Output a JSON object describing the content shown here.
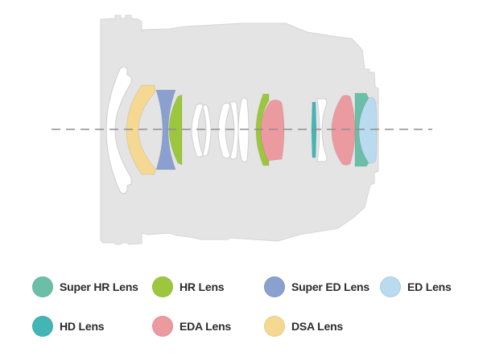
{
  "diagram": {
    "subject": "lens-optical-construction",
    "colors": {
      "barrel": "#e4e4e4",
      "barrel_edge": "#d6d6d6",
      "plain_element": "#ffffff",
      "plain_outline": "#cfcfcf",
      "optical_axis": "#8e8e8e"
    },
    "elements_front_to_rear": [
      {
        "index": 1,
        "type": "plain"
      },
      {
        "index": 2,
        "type": "DSA Lens"
      },
      {
        "index": 3,
        "type": "Super ED Lens"
      },
      {
        "index": 4,
        "type": "HR Lens"
      },
      {
        "index": 5,
        "type": "plain"
      },
      {
        "index": 6,
        "type": "plain"
      },
      {
        "index": 7,
        "type": "plain"
      },
      {
        "index": 8,
        "type": "plain"
      },
      {
        "index": 9,
        "type": "plain"
      },
      {
        "index": 10,
        "type": "HR Lens"
      },
      {
        "index": 11,
        "type": "EDA Lens"
      },
      {
        "index": 12,
        "type": "HD Lens"
      },
      {
        "index": 13,
        "type": "plain"
      },
      {
        "index": 14,
        "type": "EDA Lens"
      },
      {
        "index": 15,
        "type": "Super HR Lens"
      },
      {
        "index": 16,
        "type": "ED Lens"
      }
    ]
  },
  "legend": {
    "items": [
      {
        "label": "Super HR Lens",
        "color": "#6bbfa8"
      },
      {
        "label": "HR Lens",
        "color": "#9dc63f"
      },
      {
        "label": "Super ED Lens",
        "color": "#8aa0cf"
      },
      {
        "label": "ED Lens",
        "color": "#b9daef"
      },
      {
        "label": "HD Lens",
        "color": "#43b5b5"
      },
      {
        "label": "EDA Lens",
        "color": "#eb9aa0"
      },
      {
        "label": "DSA Lens",
        "color": "#f5d992"
      }
    ]
  }
}
